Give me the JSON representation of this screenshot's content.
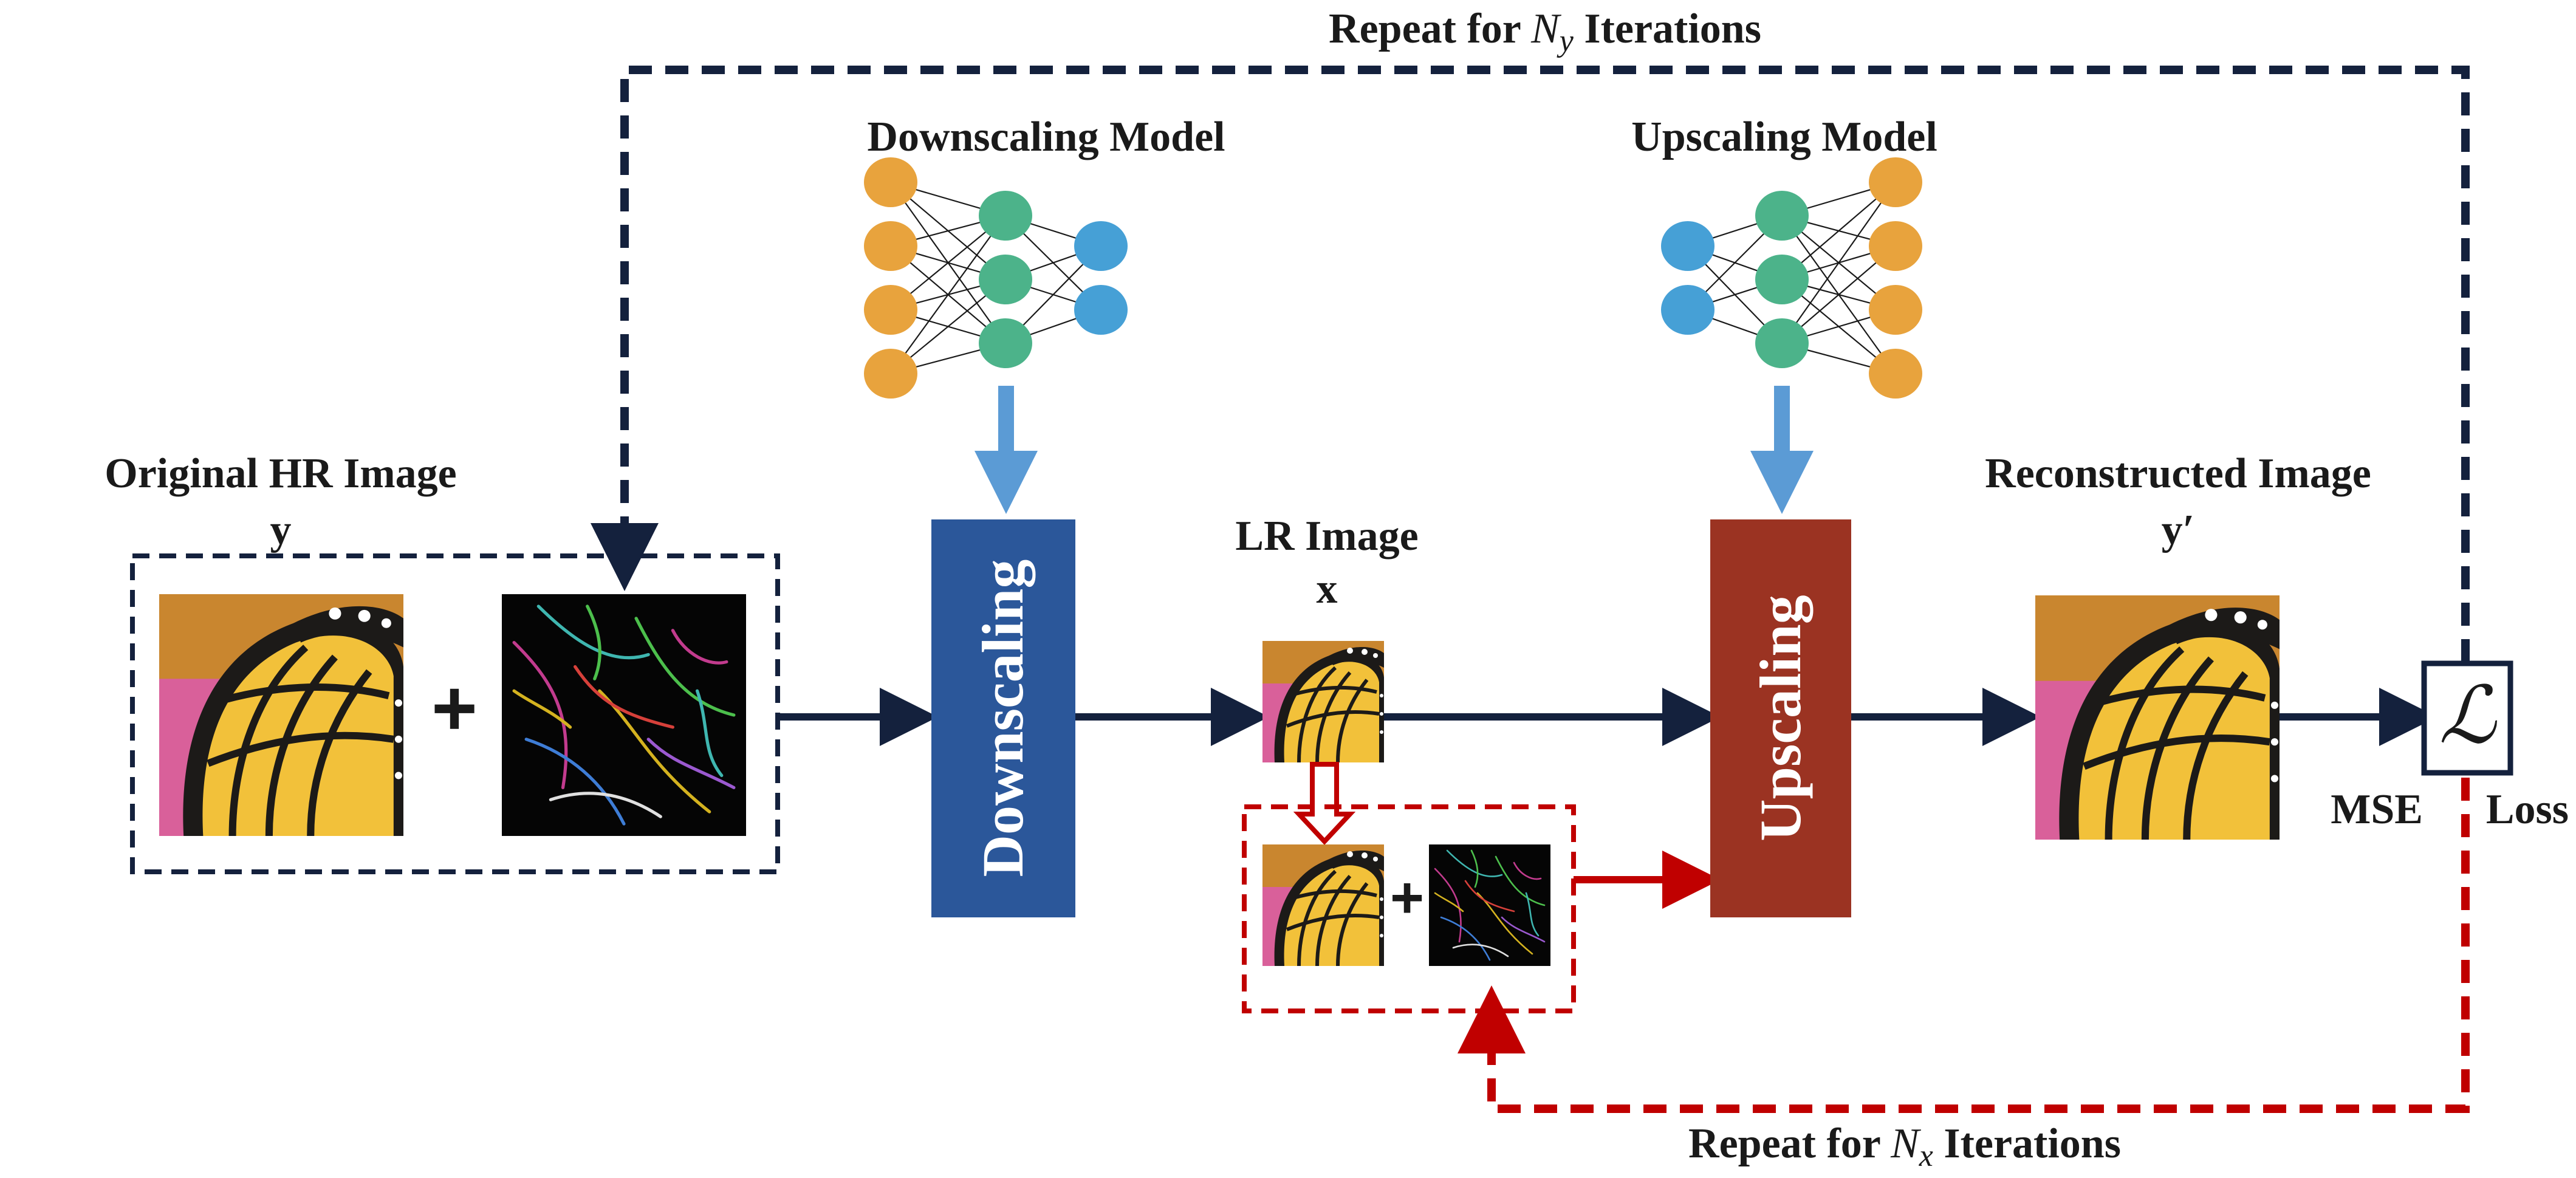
{
  "labels": {
    "repeat_ny_prefix": "Repeat for ",
    "repeat_ny_var": "N",
    "repeat_ny_sub": "y",
    "repeat_ny_suffix": " Iterations",
    "repeat_nx_prefix": "Repeat for ",
    "repeat_nx_var": "N",
    "repeat_nx_sub": "x",
    "repeat_nx_suffix": " Iterations",
    "downscaling_model": "Downscaling Model",
    "upscaling_model": "Upscaling Model",
    "original_hr_image": "Original HR Image",
    "original_symbol": "y",
    "lr_image": "LR Image",
    "lr_symbol": "x",
    "reconstructed_image": "Reconstructed Image",
    "reconstructed_symbol": "y′",
    "downscaling_block": "Downscaling",
    "upscaling_block": "Upscaling",
    "loss_symbol": "ℒ",
    "mse": "MSE",
    "loss": "Loss",
    "plus": "+"
  },
  "colors": {
    "dark_navy": "#14213d",
    "dashed_red": "#c00000",
    "downscaling_block": "#2b579a",
    "upscaling_block": "#9b3322",
    "model_arrow": "#5b9bd5",
    "neuron_orange": "#e8a33d",
    "neuron_green": "#4cb38a",
    "neuron_blue": "#46a0d6"
  }
}
